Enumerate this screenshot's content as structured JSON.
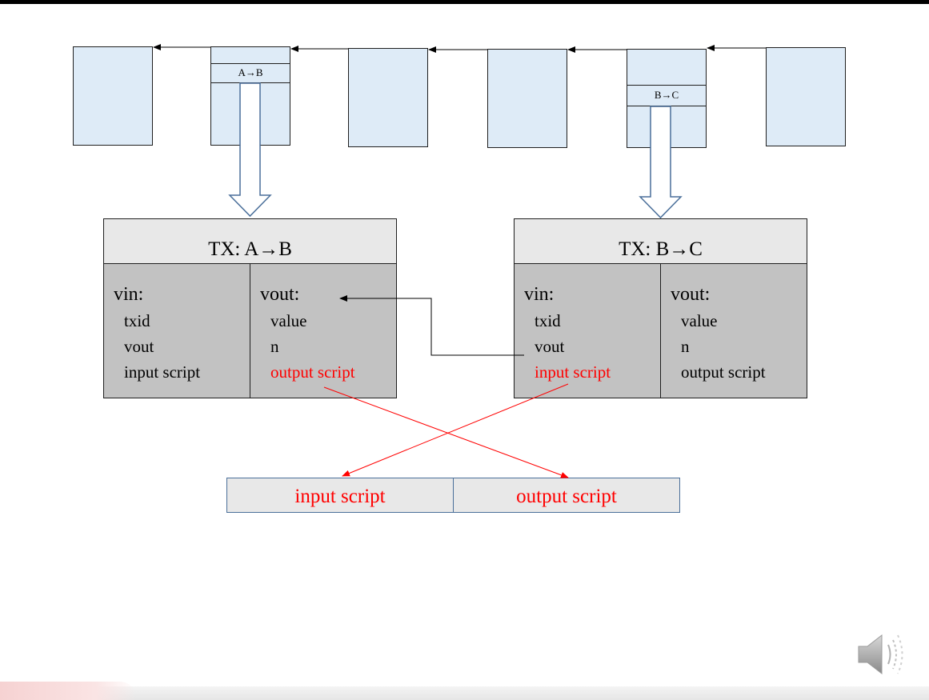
{
  "blockchain": {
    "tx_ab_label": "A→B",
    "tx_bc_label": "B→C"
  },
  "tx_ab": {
    "title": "TX: A→B",
    "vin_label": "vin:",
    "vin_fields": [
      "txid",
      "vout",
      "input script"
    ],
    "vout_label": "vout:",
    "vout_fields": [
      "value",
      "n",
      "output script"
    ]
  },
  "tx_bc": {
    "title": "TX: B→C",
    "vin_label": "vin:",
    "vin_fields": [
      "txid",
      "vout",
      "input script"
    ],
    "vout_label": "vout:",
    "vout_fields": [
      "value",
      "n",
      "output script"
    ]
  },
  "script_pair": {
    "input_label": "input script",
    "output_label": "output script"
  },
  "colors": {
    "block_fill": "#deebf7",
    "tx_body": "#c2c2c2",
    "tx_header": "#e8e8e8",
    "highlight": "#ff0000",
    "hollow_arrow": "#4a6f9a"
  },
  "icons": {
    "speaker": "speaker-icon"
  }
}
